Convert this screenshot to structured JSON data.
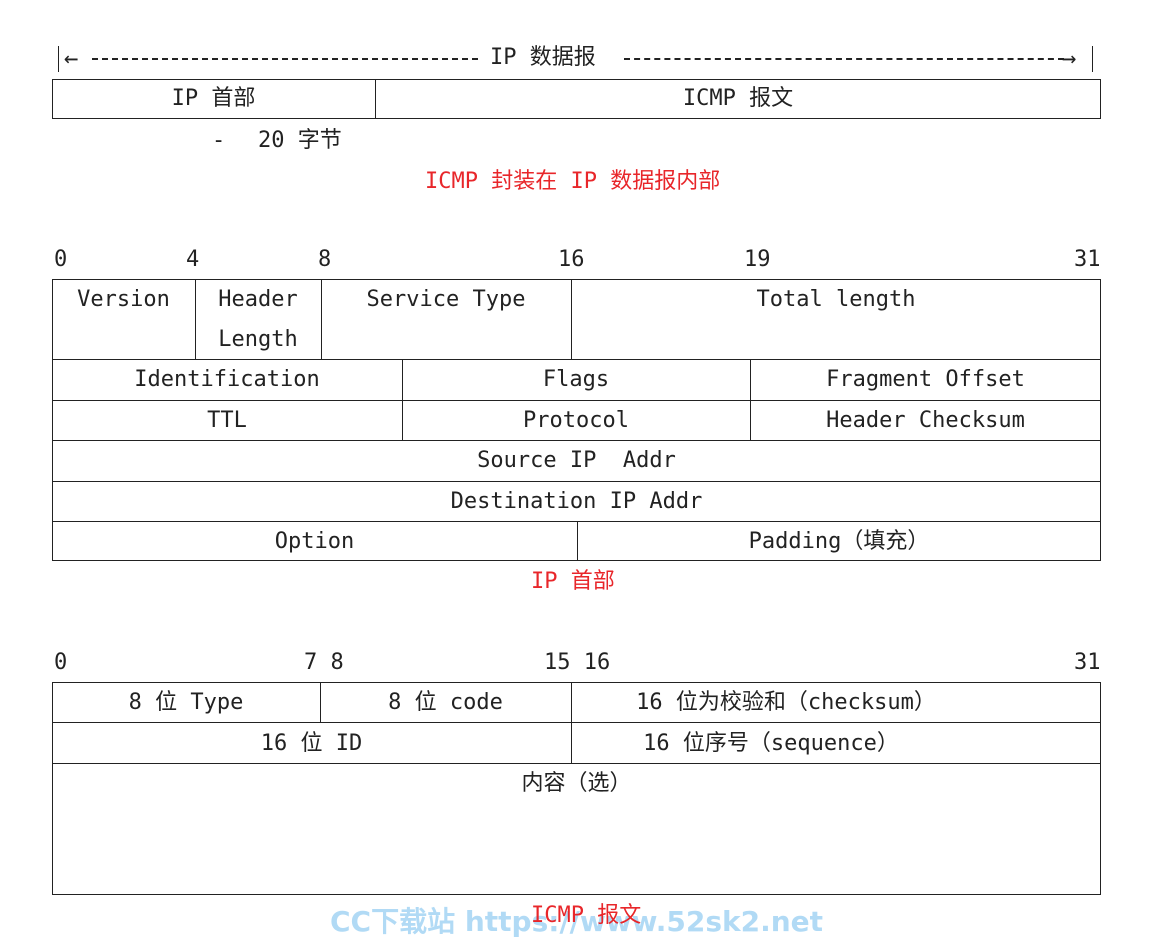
{
  "top_section": {
    "datagram_label": "IP 数据报",
    "ip_header_label": "IP 首部",
    "icmp_message_label": "ICMP 报文",
    "header_size_note_dash": "-",
    "header_size_note": "20 字节",
    "caption": "ICMP 封装在 IP 数据报内部"
  },
  "ip_header": {
    "bit_ticks": [
      "0",
      "4",
      "8",
      "16",
      "19",
      "31"
    ],
    "row1": {
      "version": "Version",
      "header_length_1": "Header",
      "header_length_2": "Length",
      "service_type": "Service Type",
      "total_length": "Total length"
    },
    "row2": {
      "identification": "Identification",
      "flags": "Flags",
      "fragment_offset": "Fragment Offset"
    },
    "row3": {
      "ttl": "TTL",
      "protocol": "Protocol",
      "header_checksum": "Header Checksum"
    },
    "row4": {
      "source_ip": "Source IP  Addr"
    },
    "row5": {
      "destination_ip": "Destination IP Addr"
    },
    "row6": {
      "option": "Option",
      "padding": "Padding（填充）"
    },
    "caption": "IP 首部"
  },
  "icmp_message": {
    "bit_ticks": [
      "0",
      "7 8",
      "15 16",
      "31"
    ],
    "row1": {
      "type": "8 位 Type",
      "code": "8 位 code",
      "checksum": "16 位为校验和（checksum）"
    },
    "row2": {
      "id": "16 位 ID",
      "sequence": "16 位序号（sequence）"
    },
    "row3": {
      "content": "内容（选）"
    },
    "caption": "ICMP 报文"
  },
  "watermark": "CC下载站 https://www.52sk2.net"
}
